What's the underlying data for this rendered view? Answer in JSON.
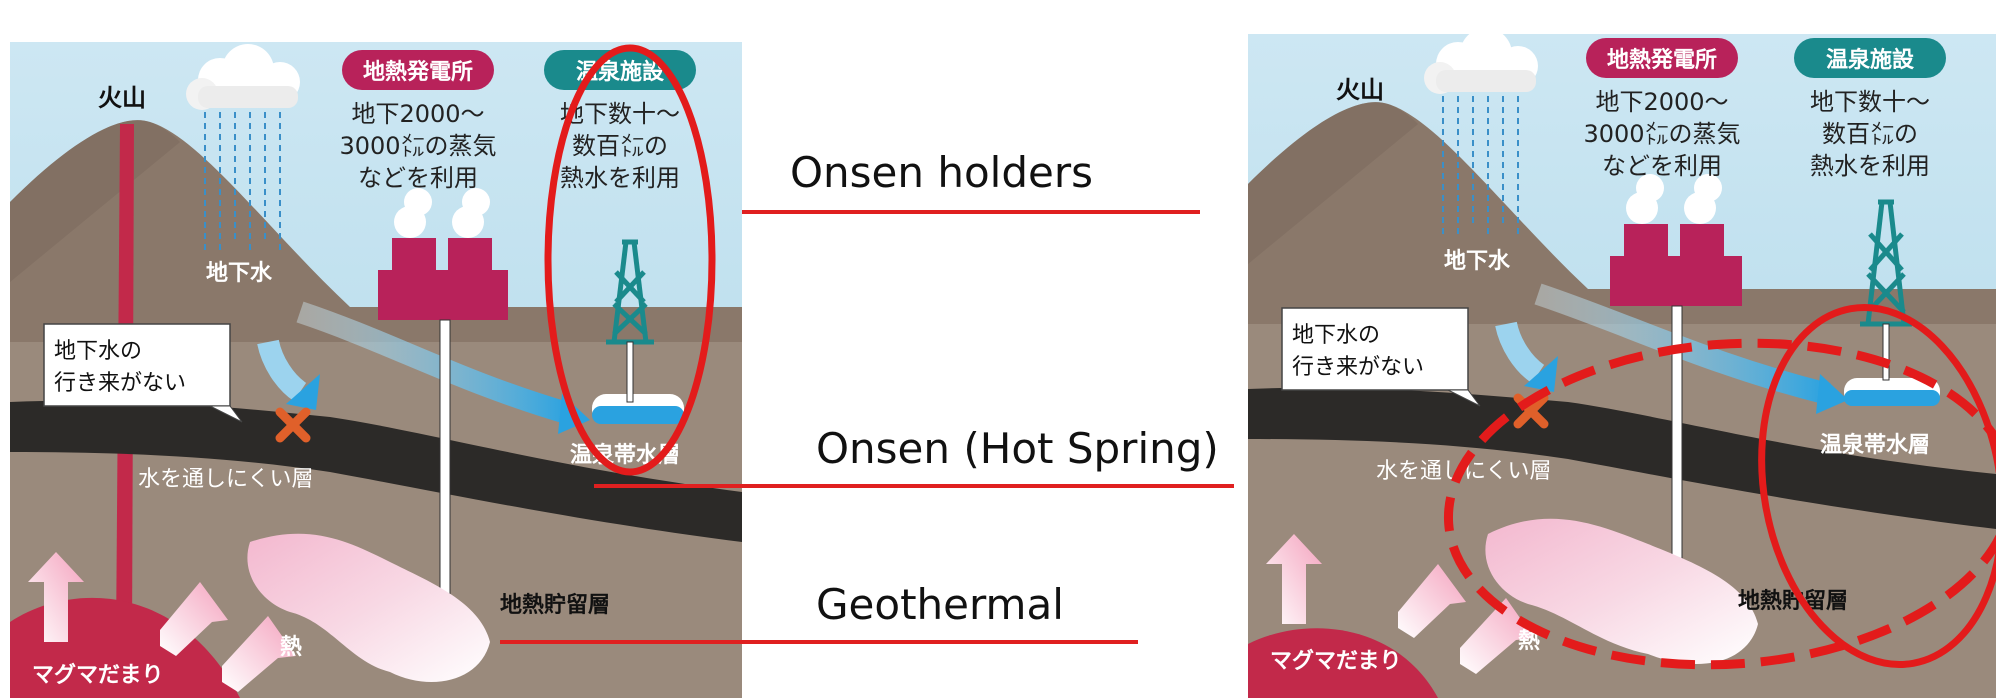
{
  "diagram": {
    "volcano": "火山",
    "power_plant_title": "地熱発電所",
    "power_plant_desc": [
      "地下2000〜",
      "3000㍍の蒸気",
      "などを利用"
    ],
    "onsen_facility_title": "温泉施設",
    "onsen_facility_desc": [
      "地下数十〜",
      "数百㍍の",
      "熱水を利用"
    ],
    "groundwater": "地下水",
    "no_groundwater_flow": [
      "地下水の",
      "行き来がない"
    ],
    "impermeable_layer": "水を通しにくい層",
    "hot_spring_aquifer": "温泉帯水層",
    "geothermal_reservoir": "地熱貯留層",
    "heat": "熱",
    "magma_chamber": "マグマだまり"
  },
  "annotations": {
    "onsen_holders": "Onsen holders",
    "onsen": "Onsen (Hot Spring)",
    "geothermal": "Geothermal"
  },
  "colors": {
    "sky": "#c9e6f2",
    "ground": "#9a8a7c",
    "volcano": "#8a786a",
    "magma": "#c2294a",
    "power_plant_badge": "#b8225a",
    "onsen_badge": "#1a8a8c",
    "impermeable_layer": "#2c2a28",
    "groundwater_arrow": "#2aa2e0",
    "highlight_red": "#e31b1b"
  }
}
